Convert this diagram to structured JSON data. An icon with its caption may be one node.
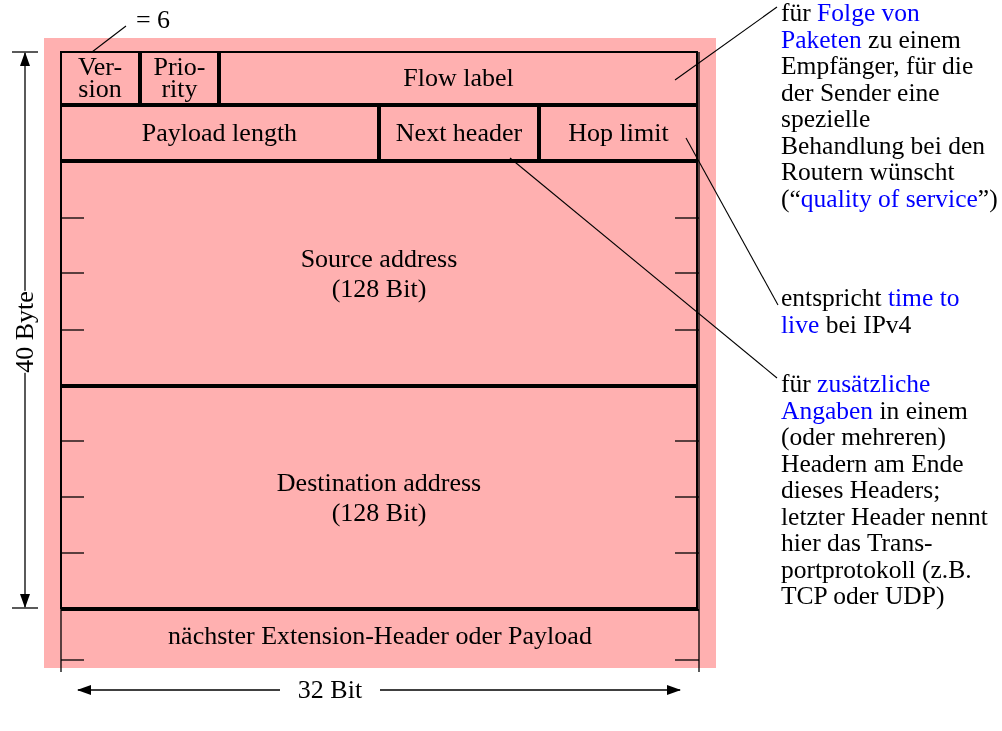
{
  "diagram": {
    "nodes": [
      {
        "text": [
          "Ver- sion"
        ]
      },
      {
        "text": [
          "Prio- rity"
        ]
      },
      {
        "text": [
          "Flow label"
        ]
      },
      {
        "text": [
          "Payload length"
        ]
      },
      {
        "text": [
          "Next header"
        ]
      },
      {
        "text": [
          "Hop limit"
        ]
      },
      {
        "text": [
          "Source address",
          "(128 Bit)"
        ]
      },
      {
        "text": [
          "Destination address",
          "(128 Bit)"
        ]
      },
      {
        "text": [
          "nächster Extension-Header oder Payload"
        ]
      },
      {
        "text": [
          "= 6"
        ]
      },
      {
        "text": [
          "für *Folge von Paketen* zu einem Empfänger, für die der Sender eine spezielle Behandlung bei den Routern wünscht (“*quality of service*”)"
        ]
      },
      {
        "text": [
          "entspricht *time to live* bei IPv4"
        ]
      },
      {
        "text": [
          "für *zusätzliche Angaben* in einem (oder mehreren) Headern am Ende dieses Headers; letzter Header nennt hier das Trans- portprotokoll (z.B. TCP oder UDP)"
        ]
      }
    ],
    "edges": [
      {
        "from": 9,
        "to": 0,
        "arrow": "none"
      },
      {
        "from": 10,
        "to": 2,
        "arrow": "none"
      },
      {
        "from": 11,
        "to": 5,
        "arrow": "none"
      },
      {
        "from": 12,
        "to": 4,
        "arrow": "none"
      }
    ],
    "labels": [
      "40 Byte",
      "32 Bit"
    ]
  }
}
